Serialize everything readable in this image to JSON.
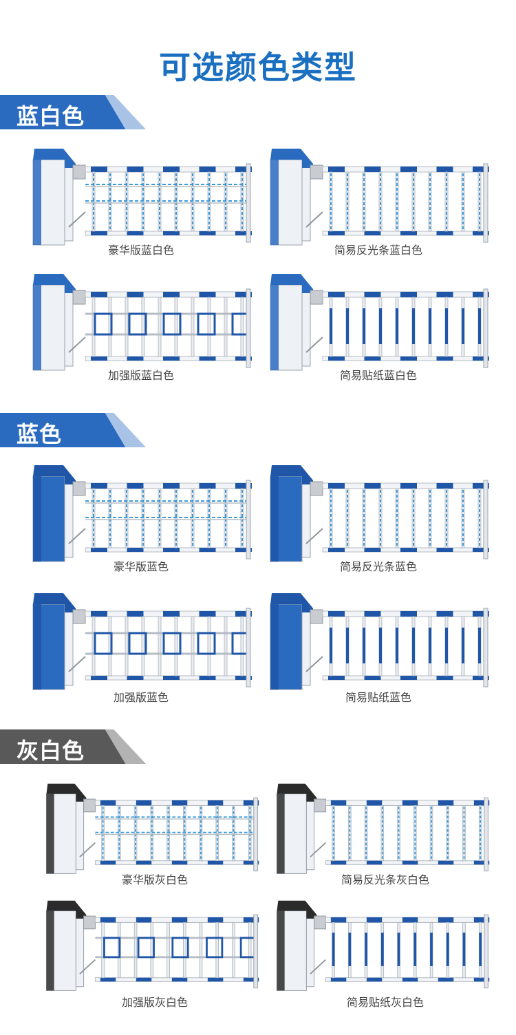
{
  "page_title": "可选颜色类型",
  "colors": {
    "title": "#1a6fc0",
    "blue": "#2a6bc0",
    "blue_dark": "#1f56a8",
    "blue_light": "#a9c3e6",
    "gray": "#595959",
    "gray_light": "#b3b3b3",
    "cabinet_white": "#eef1f5",
    "cabinet_black": "#2b2b2b"
  },
  "sections": [
    {
      "label": "蓝白色",
      "cabinet": "blue-white",
      "products": [
        {
          "caption": "豪华版蓝白色",
          "style": "luxury"
        },
        {
          "caption": "简易反光条蓝白色",
          "style": "reflective"
        },
        {
          "caption": "加强版蓝白色",
          "style": "reinforced"
        },
        {
          "caption": "简易贴纸蓝白色",
          "style": "sticker"
        }
      ]
    },
    {
      "label": "蓝色",
      "cabinet": "blue",
      "products": [
        {
          "caption": "豪华版蓝色",
          "style": "luxury"
        },
        {
          "caption": "简易反光条蓝色",
          "style": "reflective"
        },
        {
          "caption": "加强版蓝色",
          "style": "reinforced"
        },
        {
          "caption": "简易贴纸蓝色",
          "style": "sticker"
        }
      ]
    },
    {
      "label": "灰白色",
      "cabinet": "gray-white",
      "products": [
        {
          "caption": "豪华版灰白色",
          "style": "luxury"
        },
        {
          "caption": "简易反光条灰白色",
          "style": "reflective"
        },
        {
          "caption": "加强版灰白色",
          "style": "reinforced"
        },
        {
          "caption": "简易贴纸灰白色",
          "style": "sticker"
        }
      ]
    }
  ]
}
